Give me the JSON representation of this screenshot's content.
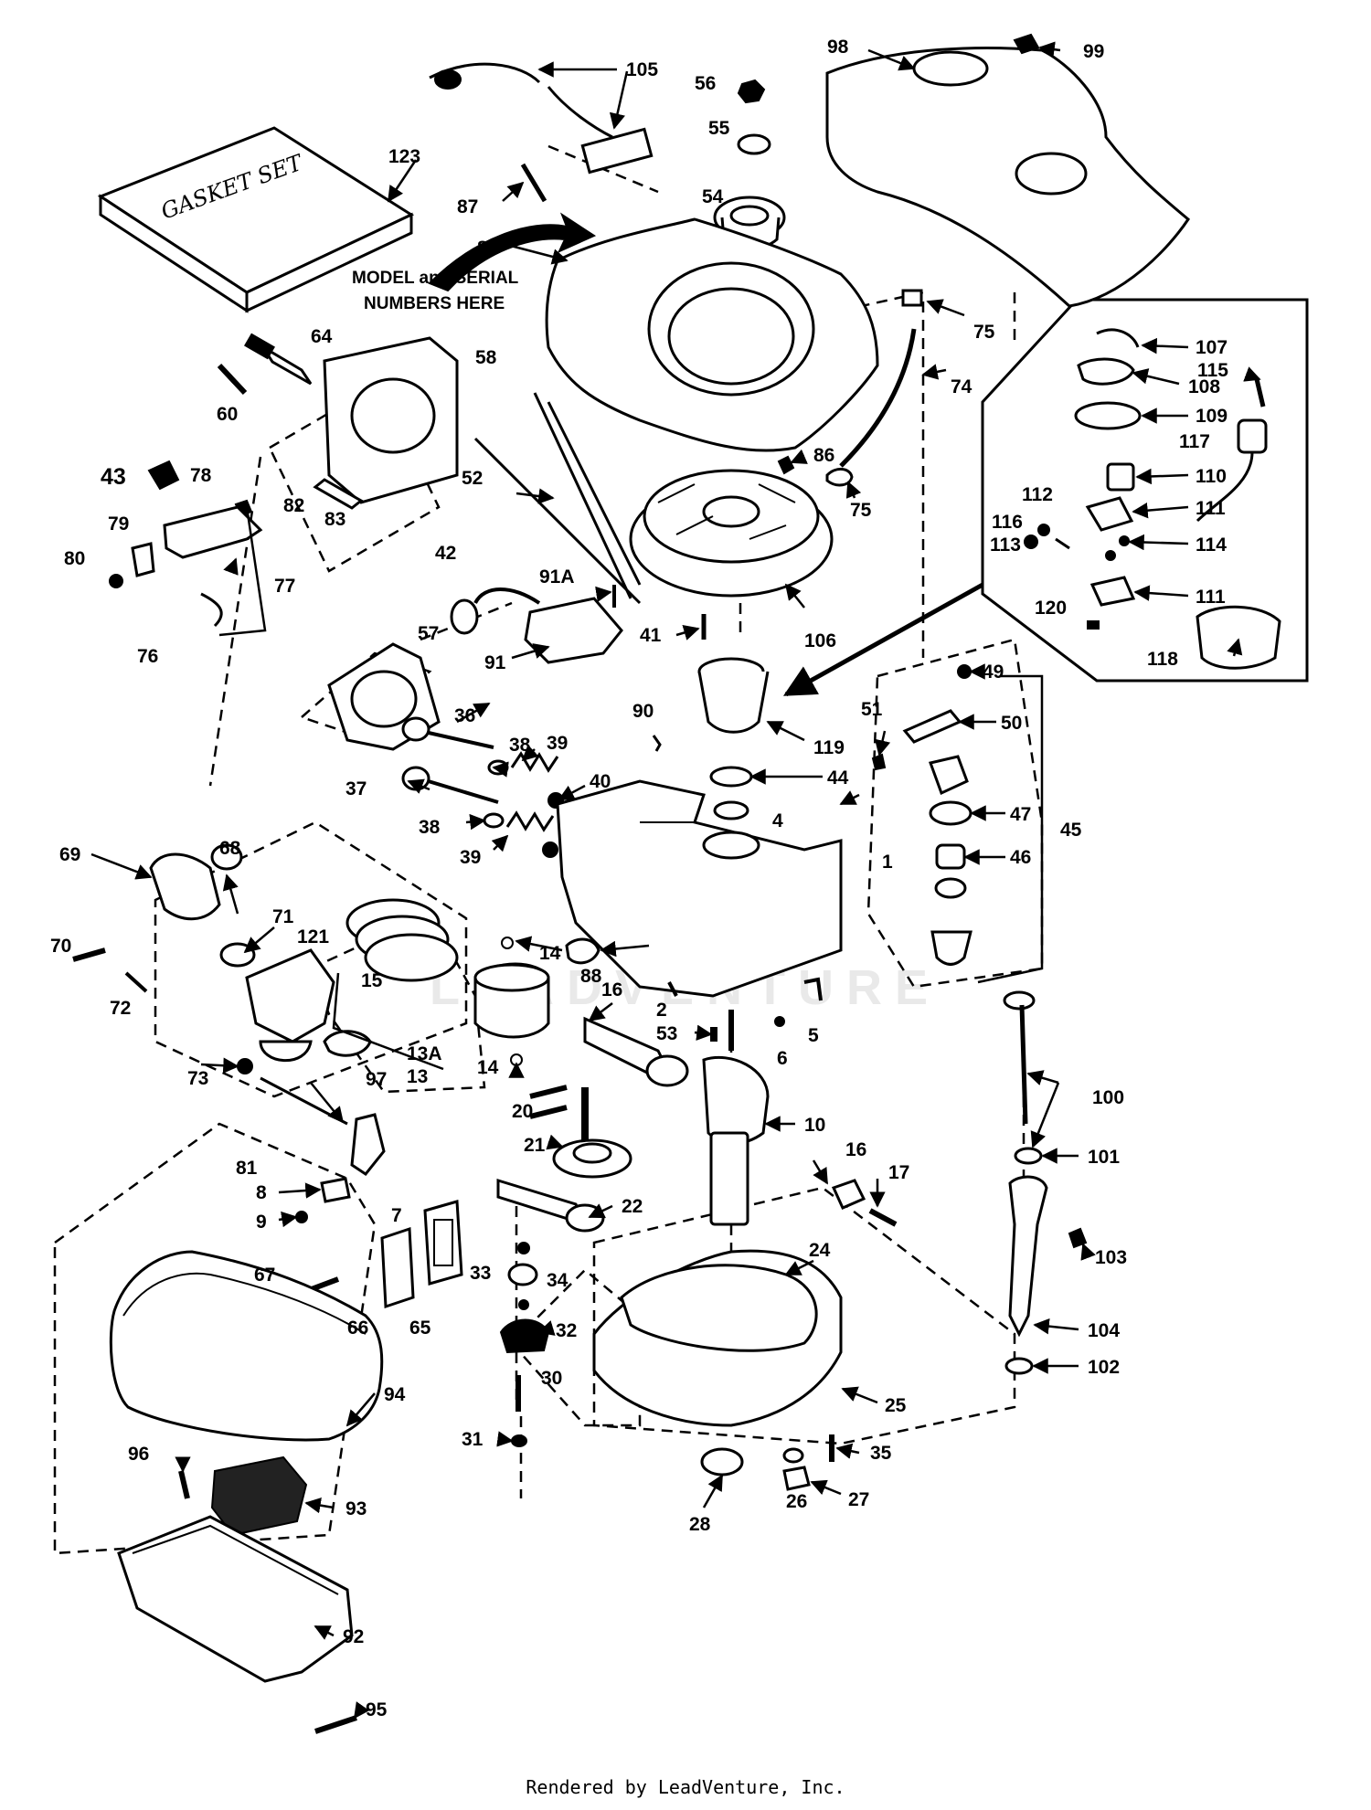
{
  "diagram": {
    "callouts": [
      "1",
      "2",
      "4",
      "5",
      "6",
      "7",
      "8",
      "9",
      "10",
      "13",
      "13A",
      "14",
      "14",
      "15",
      "16",
      "16",
      "17",
      "20",
      "21",
      "22",
      "24",
      "25",
      "26",
      "27",
      "28",
      "30",
      "31",
      "32",
      "33",
      "34",
      "35",
      "36",
      "37",
      "38",
      "38",
      "39",
      "39",
      "40",
      "41",
      "42",
      "43",
      "44",
      "45",
      "46",
      "47",
      "49",
      "50",
      "51",
      "52",
      "53",
      "54",
      "55",
      "56",
      "57",
      "58",
      "60",
      "64",
      "65",
      "66",
      "67",
      "68",
      "69",
      "70",
      "71",
      "72",
      "73",
      "74",
      "75",
      "75",
      "76",
      "77",
      "78",
      "79",
      "80",
      "81",
      "82",
      "83",
      "85",
      "86",
      "87",
      "88",
      "90",
      "91",
      "91A",
      "92",
      "93",
      "94",
      "95",
      "96",
      "97",
      "98",
      "99",
      "100",
      "101",
      "102",
      "103",
      "104",
      "105",
      "106",
      "107",
      "108",
      "109",
      "110",
      "111",
      "111",
      "112",
      "113",
      "114",
      "115",
      "116",
      "117",
      "118",
      "119",
      "120",
      "121",
      "123"
    ],
    "gasket_text": "GASKET SET",
    "model_note_line1": "MODEL and SERIAL",
    "model_note_line2": "NUMBERS HERE"
  },
  "watermark": "LEADVENTURE",
  "footer": "Rendered by LeadVenture, Inc."
}
